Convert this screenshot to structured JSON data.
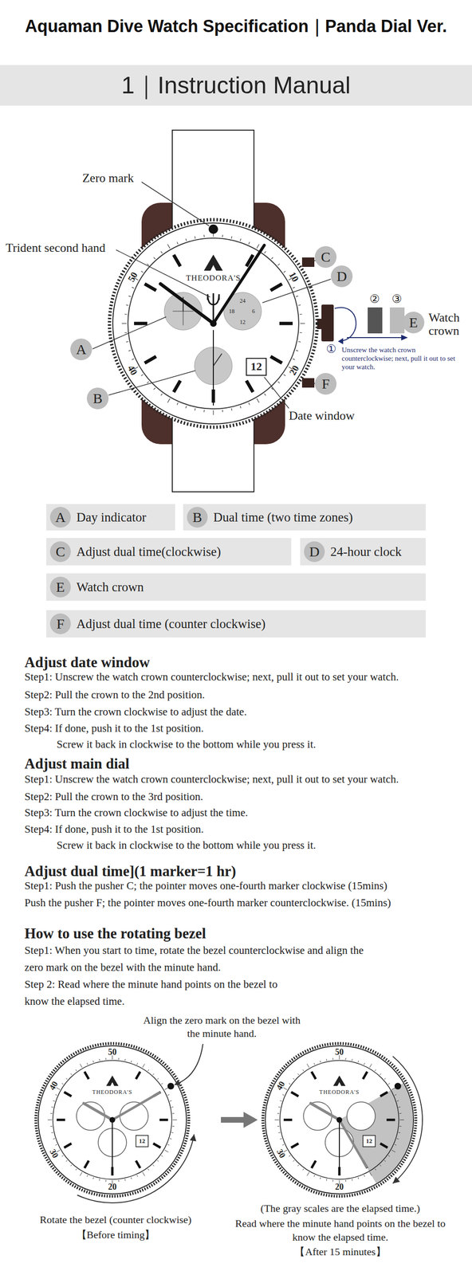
{
  "diagram": {
    "title": "Aquaman Dive Watch Specification｜Panda Dial Ver.",
    "nodes": [
      {
        "text": [
          "1｜Instruction Manual"
        ]
      },
      {
        "text": [
          "C"
        ]
      },
      {
        "text": [
          "D"
        ]
      },
      {
        "text": [
          "E"
        ]
      },
      {
        "text": [
          "A"
        ]
      },
      {
        "text": [
          "F"
        ]
      },
      {
        "text": [
          "B"
        ]
      },
      {
        "text": [
          "Day indicator"
        ]
      },
      {
        "text": [
          "A"
        ],
        "in": 7
      },
      {
        "text": [
          "Dual time (two time zones)"
        ]
      },
      {
        "text": [
          "B"
        ],
        "in": 9
      },
      {
        "text": [
          "Adjust dual time(clockwise)"
        ]
      },
      {
        "text": [
          "C"
        ],
        "in": 11
      },
      {
        "text": [
          "24-hour clock"
        ]
      },
      {
        "text": [
          "D"
        ],
        "in": 13
      },
      {
        "text": [
          "Watch crown"
        ]
      },
      {
        "text": [
          "E"
        ],
        "in": 15
      },
      {
        "text": [
          "Adjust dual time (counter clockwise)"
        ]
      },
      {
        "text": [
          "F"
        ],
        "in": 17
      }
    ],
    "labels": [
      "Zero mark",
      "Trident second hand",
      "THEODORA'S",
      "50",
      "10",
      "40",
      "20",
      "24",
      "18",
      "6",
      "12",
      "12",
      "①",
      "②",
      "③",
      "Unscrew the watch crown counterclockwise; next, pull it out to set your watch.",
      "Watch crown",
      "Date window",
      "Adjust date window",
      "Step1: Unscrew the watch crown counterclockwise; next, pull it out to set your watch.",
      "Step2: Pull the crown to the 2nd position.",
      "Step3: Turn the crown clockwise to adjust the date.",
      "Step4: If done, push it to the 1st position.",
      "Screw it back in clockwise to the bottom while you press it.",
      "Adjust main dial",
      "Step1: Unscrew the watch crown counterclockwise; next, pull it out to set your watch.",
      "Step2: Pull the crown to the 3rd position.",
      "Step3: Turn the crown clockwise to adjust the time.",
      "Step4: If done, push it to the 1st position.",
      "Screw it back in clockwise to the bottom while you press it.",
      "Adjust dual time](1 marker=1 hr)",
      "Step1: Push the pusher C; the pointer moves one-fourth marker clockwise (15mins)",
      "Push the pusher F; the pointer moves one-fourth marker counterclockwise. (15mins)",
      "How to use the rotating bezel",
      "Step1: When you start to time, rotate the bezel counterclockwise and align the zero mark on the bezel with the minute hand.",
      "Step 2: Read where the minute hand points on the bezel to know the elapsed time.",
      "Align the zero mark on the bezel with the minute hand.",
      "THEODORA'S",
      "50",
      "40",
      "30",
      "20",
      "12",
      "THEODORA'S",
      "50",
      "40",
      "30",
      "20",
      "12",
      "Rotate the bezel (counter clockwise)",
      "【Before timing】",
      "(The gray scales are the elapsed time.)",
      "Read where the minute hand points on the bezel to know the elapsed time.",
      "【After 15 minutes】"
    ]
  }
}
